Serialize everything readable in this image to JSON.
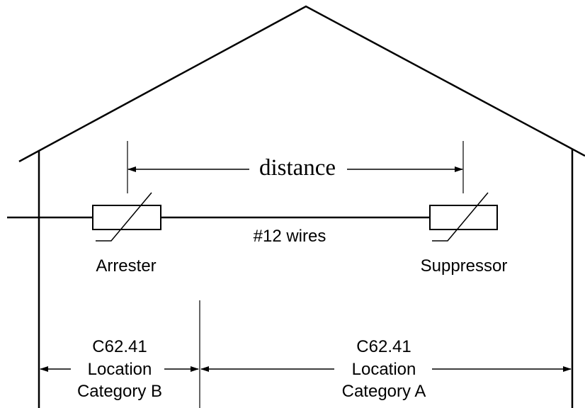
{
  "labels": {
    "distance": "distance",
    "wires": "#12 wires",
    "arrester": "Arrester",
    "suppressor": "Suppressor"
  },
  "zone_b": {
    "line1": "C62.41",
    "line2": "Location",
    "line3": "Category B"
  },
  "zone_a": {
    "line1": "C62.41",
    "line2": "Location",
    "line3": "Category A"
  }
}
